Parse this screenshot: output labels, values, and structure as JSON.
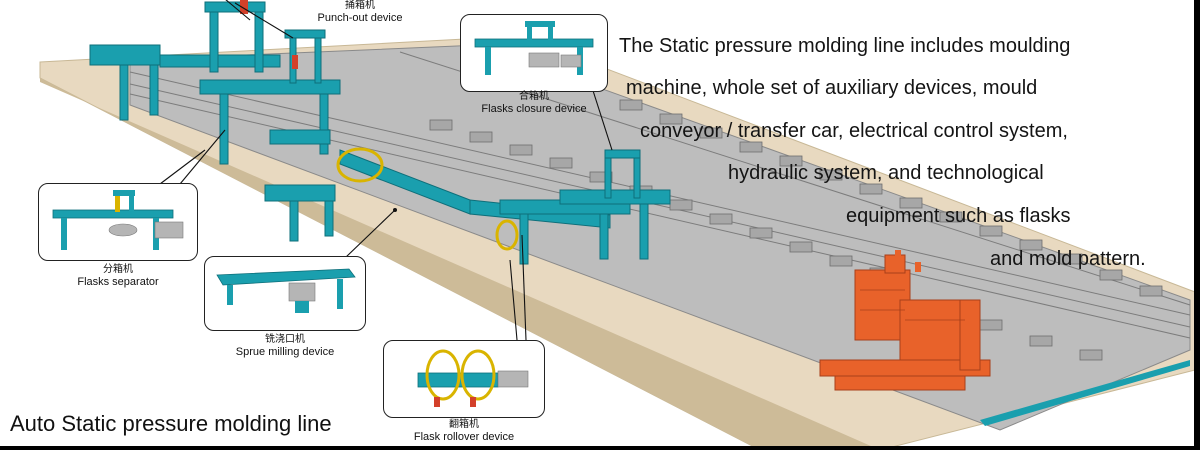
{
  "devices": [
    {
      "id": "punch",
      "zh": "捅箱机",
      "en": "Punch-out device"
    },
    {
      "id": "closure",
      "zh": "合箱机",
      "en": "Flasks closure device"
    },
    {
      "id": "separator",
      "zh": "分箱机",
      "en": "Flasks separator"
    },
    {
      "id": "sprue",
      "zh": "铣浇口机",
      "en": "Sprue milling device"
    },
    {
      "id": "rollover",
      "zh": "翻箱机",
      "en": "Flask rollover device"
    }
  ],
  "description": {
    "lines": [
      "The Static pressure molding line includes moulding",
      "machine, whole set of auxiliary devices, mould",
      "conveyor / transfer car, electrical control system,",
      "hydraulic system, and technological",
      "equipment such as flasks",
      "and mold pattern."
    ]
  },
  "title": "Auto Static pressure molding line",
  "colors": {
    "machine_teal": "#1a9fae",
    "molding_orange": "#e8622a",
    "floor": "#e8d9c0",
    "rail_gray": "#9a9a9a"
  }
}
